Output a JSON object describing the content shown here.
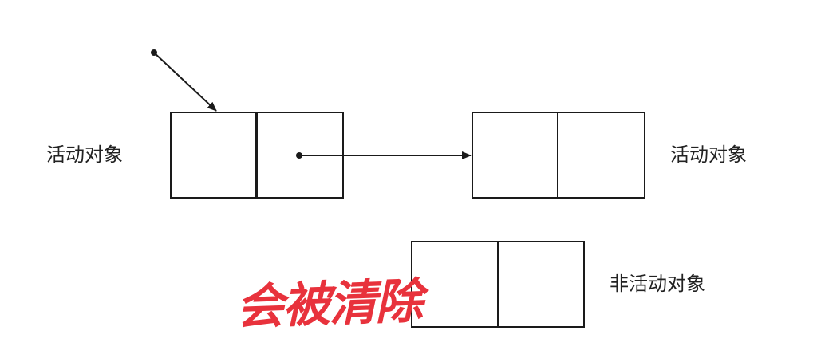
{
  "labels": {
    "active_left": "活动对象",
    "active_right": "活动对象",
    "inactive": "非活动对象"
  },
  "stamp": {
    "text": "会被清除",
    "color": "#e8323c"
  },
  "colors": {
    "line": "#1a1a1a",
    "text": "#222222",
    "background": "#ffffff"
  }
}
